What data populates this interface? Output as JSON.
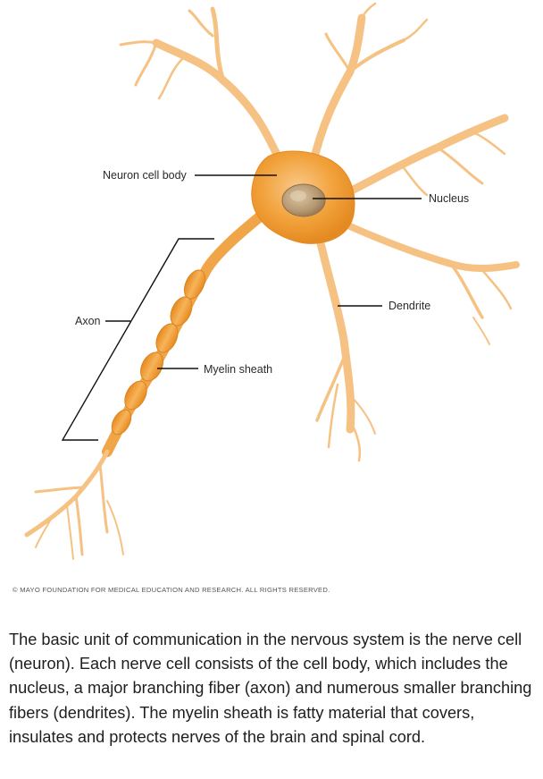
{
  "labels": {
    "neuron_cell_body": "Neuron cell body",
    "nucleus": "Nucleus",
    "axon": "Axon",
    "dendrite": "Dendrite",
    "myelin_sheath": "Myelin sheath"
  },
  "copyright": "© MAYO FOUNDATION FOR MEDICAL EDUCATION AND RESEARCH. ALL RIGHTS RESERVED.",
  "caption": "The basic unit of communication in the nervous system is the nerve cell (neuron). Each nerve cell consists of the cell body, which includes the nucleus, a major branching fiber (axon) and numerous smaller branching fibers (dendrites). The myelin sheath is fatty material that covers, insulates and protects nerves of the brain and spinal cord.",
  "colors": {
    "neuron_fill": "#f2a13a",
    "neuron_light": "#f8c98a",
    "neuron_dark": "#d97f1c",
    "nucleus_fill": "#b89a73",
    "leader_line": "#111111"
  }
}
